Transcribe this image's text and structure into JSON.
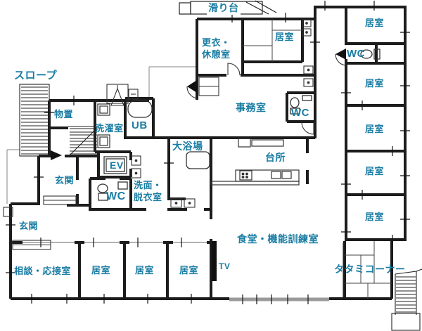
{
  "plan": {
    "type": "floor-plan",
    "colors": {
      "label": "#1a7da3",
      "wall": "#1c1c1c",
      "window_band": "#9a9a9a"
    },
    "fixtures": [
      "bathtub-icon",
      "unit-bath-icon",
      "toilet-icon",
      "sink-icon",
      "washing-machine-icon",
      "stove-icon",
      "kitchen-counter",
      "shower-icon",
      "elevator-box",
      "tv-marker",
      "ramp-hatch",
      "stairs",
      "exterior-stairs",
      "tatami-grid",
      "slide-chute",
      "door-arc"
    ],
    "labels": [
      {
        "id": "slide",
        "text": "滑り台"
      },
      {
        "id": "slope-ramp",
        "text": "スロープ"
      },
      {
        "id": "storage",
        "text": "物置"
      },
      {
        "id": "laundry-room",
        "text": "洗濯室"
      },
      {
        "id": "unit-bath",
        "text": "UB"
      },
      {
        "id": "changing-rest",
        "text": "更衣・\n休憩室"
      },
      {
        "id": "room-tatami-top",
        "text": "居室"
      },
      {
        "id": "office",
        "text": "事務室"
      },
      {
        "id": "wc-office",
        "text": "WC"
      },
      {
        "id": "large-bath",
        "text": "大浴場"
      },
      {
        "id": "kitchen",
        "text": "台所"
      },
      {
        "id": "elevator",
        "text": "EV"
      },
      {
        "id": "wc-left",
        "text": "WC"
      },
      {
        "id": "washroom",
        "text": "洗面・\n脱衣室"
      },
      {
        "id": "entrance-upper",
        "text": "玄関"
      },
      {
        "id": "entrance-lower",
        "text": "玄関"
      },
      {
        "id": "consult-room",
        "text": "相談・応接室"
      },
      {
        "id": "room-b1",
        "text": "居室"
      },
      {
        "id": "room-b2",
        "text": "居室"
      },
      {
        "id": "room-b3",
        "text": "居室"
      },
      {
        "id": "dining-training",
        "text": "食堂・機能訓練室"
      },
      {
        "id": "tv",
        "text": "TV"
      },
      {
        "id": "tatami-corner",
        "text": "タタミコーナー"
      },
      {
        "id": "room-tr",
        "text": "居室"
      },
      {
        "id": "wc-tr",
        "text": "WC"
      },
      {
        "id": "room-r2",
        "text": "居室"
      },
      {
        "id": "room-r3",
        "text": "居室"
      },
      {
        "id": "room-r4",
        "text": "居室"
      },
      {
        "id": "room-r5",
        "text": "居室"
      }
    ]
  }
}
